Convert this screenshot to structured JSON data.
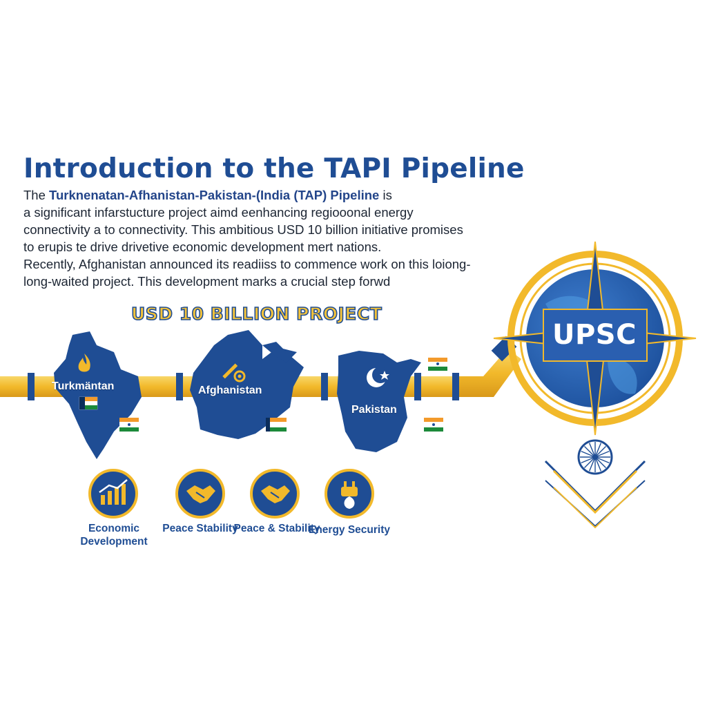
{
  "header": {
    "title": "Introduction to the TAPI Pipeline"
  },
  "intro": {
    "line1_pre": "The ",
    "line1_name": "Turknenatan-Afhanistan-Pakistan-(India (TAP) Pipeline",
    "line1_post": " is",
    "line2": "a significant infarstucture project aimd eenhancing regiooonal energy",
    "line3": "connectivity a to connectivity. This ambitious USD 10 billion initiative promises",
    "line4": "to erupis te drive drivetive economic development mert nations.",
    "line5": "Recently, Afghanistan announced its readiiss to commence work on this loiong-",
    "line6": "long-waited project. This development marks a crucial step forwd"
  },
  "banner": {
    "text": "USD 10 BILLION PROJECT"
  },
  "countries": [
    {
      "name": "Turkmäntan",
      "icon": "flame-icon"
    },
    {
      "name": "Afghanistan",
      "icon": "tools-icon"
    },
    {
      "name": "Pakistan",
      "icon": "crescent-star-icon"
    }
  ],
  "benefits": [
    {
      "label": "Economic Development",
      "icon": "growth-chart-icon"
    },
    {
      "label": "Peace Stability",
      "icon": "handshake-icon"
    },
    {
      "label": "Peace & Stability",
      "icon": "handshake-icon"
    },
    {
      "label": "Energy Security",
      "icon": "plug-leaf-icon"
    }
  ],
  "badge": {
    "text": "UPSC"
  },
  "colors": {
    "primary_blue": "#1f4d94",
    "accent_gold": "#f2b92b",
    "pipe_yellow": "#f5c23a",
    "flag_saffron": "#f39a2b",
    "flag_green": "#1c8a3a"
  }
}
